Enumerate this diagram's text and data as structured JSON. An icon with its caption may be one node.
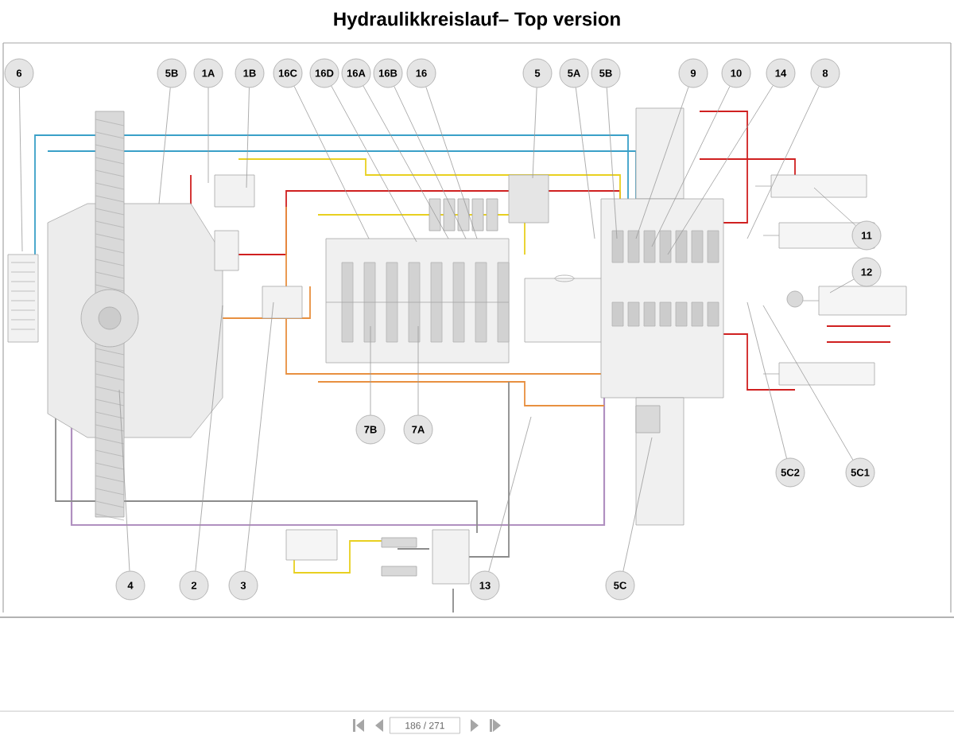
{
  "diagram": {
    "title": "Hydraulikkreislauf– Top version",
    "nodes": [
      {
        "text": [
          "6"
        ]
      },
      {
        "text": [
          "5B"
        ]
      },
      {
        "text": [
          "1A"
        ]
      },
      {
        "text": [
          "1B"
        ]
      },
      {
        "text": [
          "16C"
        ]
      },
      {
        "text": [
          "16D"
        ]
      },
      {
        "text": [
          "16A"
        ]
      },
      {
        "text": [
          "16B"
        ]
      },
      {
        "text": [
          "16"
        ]
      },
      {
        "text": [
          "5"
        ]
      },
      {
        "text": [
          "5A"
        ]
      },
      {
        "text": [
          "5B"
        ]
      },
      {
        "text": [
          "9"
        ]
      },
      {
        "text": [
          "10"
        ]
      },
      {
        "text": [
          "14"
        ]
      },
      {
        "text": [
          "8"
        ]
      },
      {
        "text": [
          "11"
        ]
      },
      {
        "text": [
          "12"
        ]
      },
      {
        "text": [
          "7B"
        ]
      },
      {
        "text": [
          "7A"
        ]
      },
      {
        "text": [
          "4"
        ]
      },
      {
        "text": [
          "2"
        ]
      },
      {
        "text": [
          "3"
        ]
      },
      {
        "text": [
          "13"
        ]
      },
      {
        "text": [
          "5C"
        ]
      },
      {
        "text": [
          "5C2"
        ]
      },
      {
        "text": [
          "5C1"
        ]
      }
    ],
    "edges": [
      {
        "from": 0,
        "to": null,
        "arrow": "none"
      },
      {
        "from": 1,
        "to": null,
        "arrow": "none"
      },
      {
        "from": 2,
        "to": null,
        "arrow": "none"
      },
      {
        "from": 3,
        "to": null,
        "arrow": "none"
      },
      {
        "from": 4,
        "to": null,
        "arrow": "none"
      },
      {
        "from": 5,
        "to": null,
        "arrow": "none"
      },
      {
        "from": 6,
        "to": null,
        "arrow": "none"
      },
      {
        "from": 7,
        "to": null,
        "arrow": "none"
      },
      {
        "from": 8,
        "to": null,
        "arrow": "none"
      },
      {
        "from": 9,
        "to": null,
        "arrow": "none"
      },
      {
        "from": 10,
        "to": null,
        "arrow": "none"
      },
      {
        "from": 11,
        "to": null,
        "arrow": "none"
      },
      {
        "from": 12,
        "to": null,
        "arrow": "none"
      },
      {
        "from": 13,
        "to": null,
        "arrow": "none"
      },
      {
        "from": 14,
        "to": null,
        "arrow": "none"
      },
      {
        "from": 15,
        "to": null,
        "arrow": "none"
      },
      {
        "from": 16,
        "to": null,
        "arrow": "none"
      },
      {
        "from": 17,
        "to": null,
        "arrow": "none"
      },
      {
        "from": 18,
        "to": null,
        "arrow": "none"
      },
      {
        "from": 19,
        "to": null,
        "arrow": "none"
      },
      {
        "from": 20,
        "to": null,
        "arrow": "none"
      },
      {
        "from": 21,
        "to": null,
        "arrow": "none"
      },
      {
        "from": 22,
        "to": null,
        "arrow": "none"
      },
      {
        "from": 23,
        "to": null,
        "arrow": "none"
      },
      {
        "from": 24,
        "to": null,
        "arrow": "none"
      },
      {
        "from": 25,
        "to": null,
        "arrow": "none"
      },
      {
        "from": 26,
        "to": null,
        "arrow": "none"
      }
    ],
    "labels": [
      "186 / 271"
    ]
  }
}
